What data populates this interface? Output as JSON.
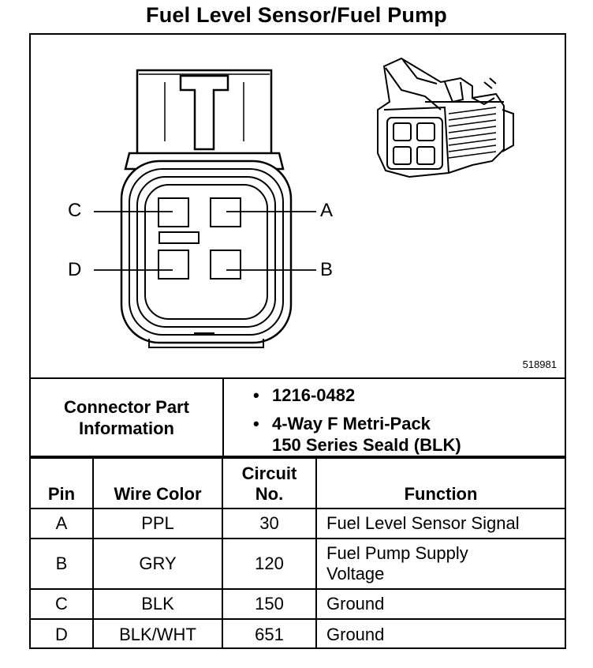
{
  "title": "Fuel Level Sensor/Fuel Pump",
  "figure": {
    "id": "518981",
    "pin_labels": [
      "C",
      "A",
      "D",
      "B"
    ]
  },
  "connector_info": {
    "label": [
      "Connector Part",
      "Information"
    ],
    "items": [
      {
        "lines": [
          "1216-0482"
        ]
      },
      {
        "lines": [
          "4-Way F Metri-Pack",
          "150 Series Seald (BLK)"
        ]
      }
    ]
  },
  "table": {
    "headers": {
      "pin": "Pin",
      "wire_color": "Wire Color",
      "circuit_line1": "Circuit",
      "circuit_line2": "No.",
      "function": "Function"
    },
    "rows": [
      {
        "pin": "A",
        "wire_color": "PPL",
        "circuit": "30",
        "function_line1": "Fuel Level Sensor Signal",
        "function_line2": ""
      },
      {
        "pin": "B",
        "wire_color": "GRY",
        "circuit": "120",
        "function_line1": "Fuel Pump Supply",
        "function_line2": "Voltage"
      },
      {
        "pin": "C",
        "wire_color": "BLK",
        "circuit": "150",
        "function_line1": "Ground",
        "function_line2": ""
      },
      {
        "pin": "D",
        "wire_color": "BLK/WHT",
        "circuit": "651",
        "function_line1": "Ground",
        "function_line2": ""
      }
    ]
  }
}
